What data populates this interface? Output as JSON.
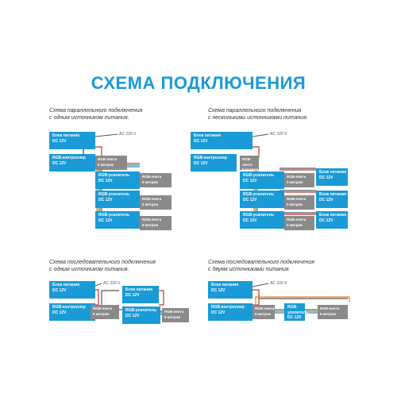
{
  "title": "СХЕМА ПОДКЛЮЧЕНИЯ",
  "captions": {
    "tl": [
      "Схема параллельного подключения",
      "с одним источником питания."
    ],
    "tr": [
      "Схема параллельного подключения",
      "с несколькими источниками питания."
    ],
    "bl": [
      "Схема последовательного подключения",
      "с одним источником питания."
    ],
    "br": [
      "Схема последовательного подключения",
      "с двумя источниками питания."
    ]
  },
  "ac": "AC 220 V",
  "psu": [
    "Блок питания",
    "DC 12V"
  ],
  "controller": [
    "RGB-контроллер",
    "DC 12V"
  ],
  "amplifier": [
    "RGB-усилитель",
    "DC 12V"
  ],
  "tape": [
    "RGB-лента",
    "5 метров"
  ],
  "colors": {
    "accent": "#1a9ad6",
    "gray": "#8a8a8a"
  }
}
